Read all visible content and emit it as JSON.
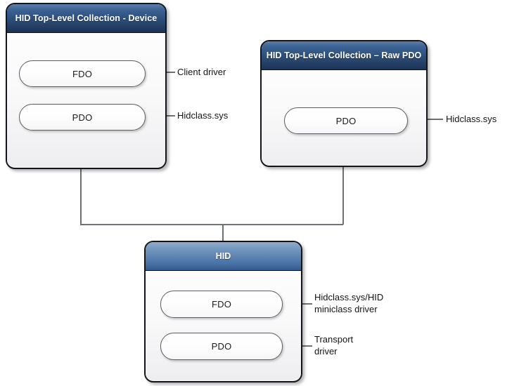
{
  "diagram": {
    "title": "HID driver stack device object diagram",
    "background": "#ffffff",
    "colors": {
      "header_dark_top": "#5b7fae",
      "header_dark_bottom": "#1d3355",
      "header_light_top": "#8fabcd",
      "header_light_bottom": "#36598c",
      "node_border": "#12161c",
      "pill_border": "#5b5f63",
      "connector": "#6d7175",
      "text": "#141414",
      "header_text": "#ffffff"
    }
  },
  "nodes": [
    {
      "id": "tlc-device",
      "header": "HID Top-Level Collection - Device",
      "pills": [
        {
          "id": "tlc-device-fdo",
          "label": "FDO"
        },
        {
          "id": "tlc-device-pdo",
          "label": "PDO"
        }
      ]
    },
    {
      "id": "tlc-raw-pdo",
      "header": "HID Top-Level Collection – Raw PDO",
      "pills": [
        {
          "id": "tlc-raw-pdo-pdo",
          "label": "PDO"
        }
      ]
    },
    {
      "id": "hid",
      "header": "HID",
      "pills": [
        {
          "id": "hid-fdo",
          "label": "FDO"
        },
        {
          "id": "hid-pdo",
          "label": "PDO"
        }
      ]
    }
  ],
  "callouts": [
    {
      "id": "callout-client-driver",
      "text": "Client driver",
      "for": "tlc-device-fdo"
    },
    {
      "id": "callout-hidclass-1",
      "text": "Hidclass.sys",
      "for": "tlc-device-pdo"
    },
    {
      "id": "callout-hidclass-2",
      "text": "Hidclass.sys",
      "for": "tlc-raw-pdo-pdo"
    },
    {
      "id": "callout-hidclass-miniclass",
      "text": "Hidclass.sys/HID\nminiclass driver",
      "for": "hid-fdo"
    },
    {
      "id": "callout-transport-driver",
      "text": "Transport\ndriver",
      "for": "hid-pdo"
    }
  ]
}
